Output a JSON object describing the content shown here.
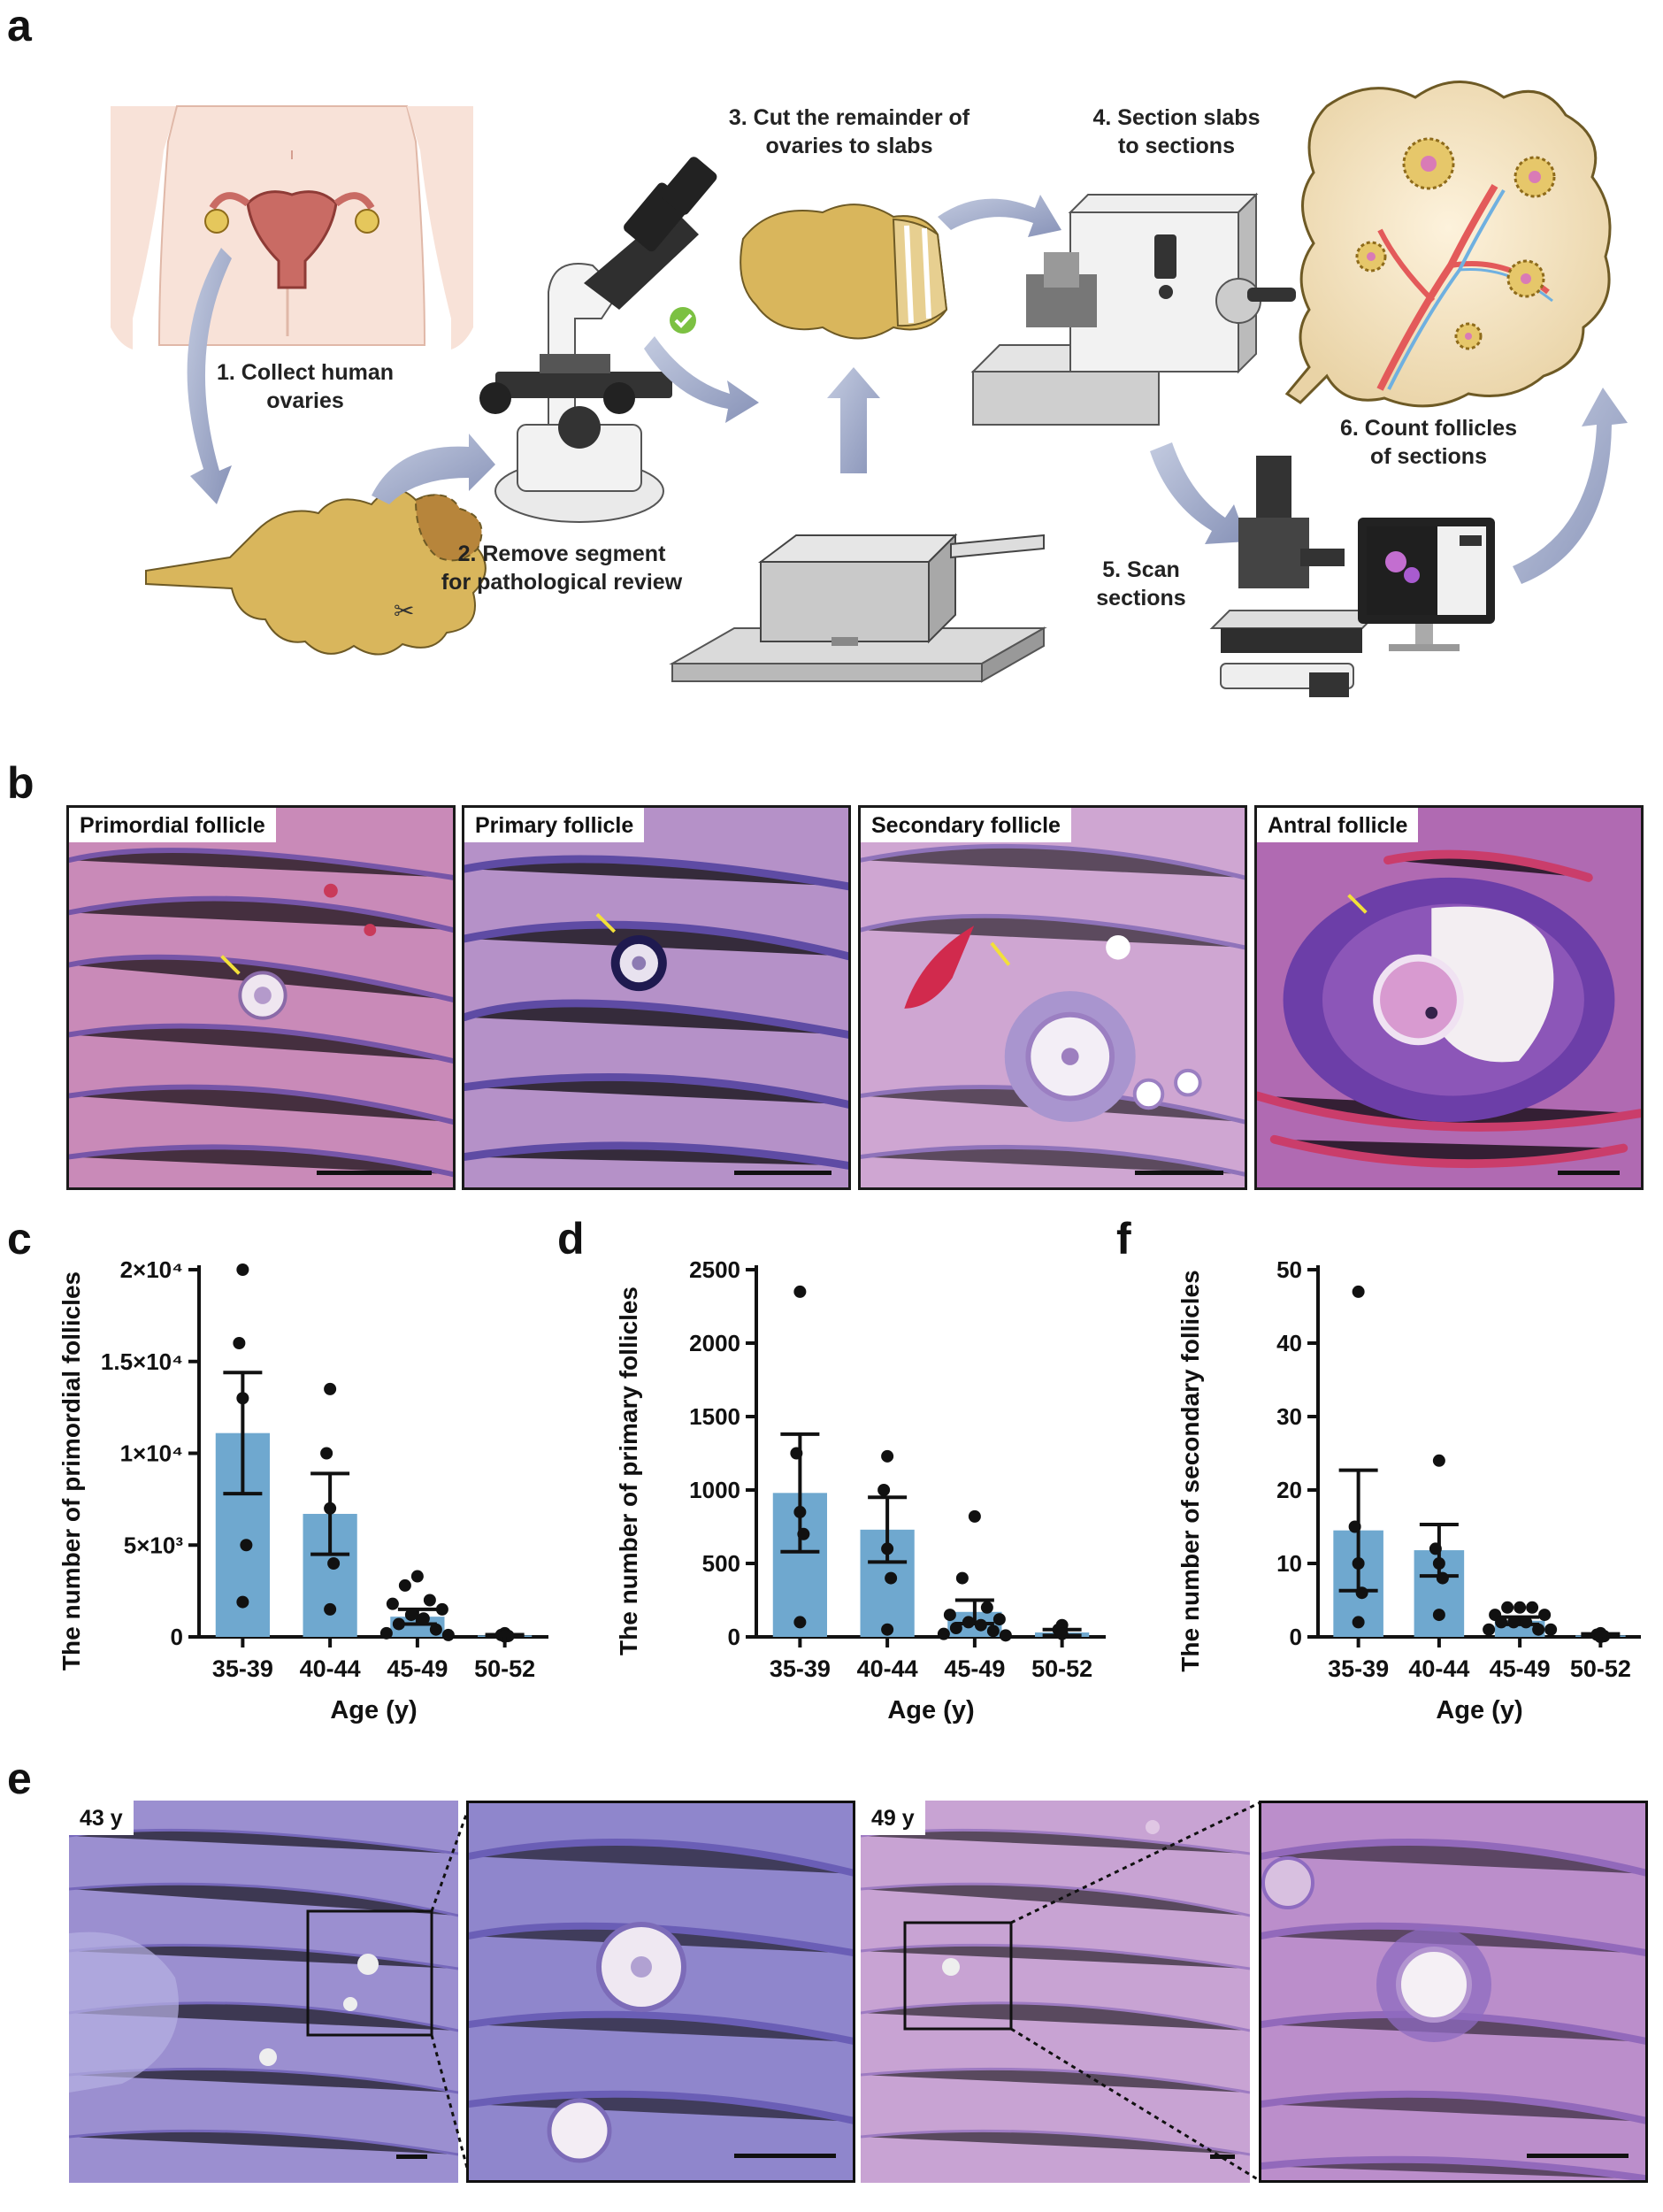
{
  "panel_labels": {
    "a": "a",
    "b": "b",
    "c": "c",
    "d": "d",
    "f": "f",
    "e": "e"
  },
  "workflow": {
    "step1": [
      "1. Collect human",
      "ovaries"
    ],
    "step2": [
      "2. Remove segment",
      "for pathological review"
    ],
    "step3": [
      "3. Cut the remainder of",
      "ovaries to slabs"
    ],
    "step4": [
      "4. Section slabs",
      "to sections"
    ],
    "step5": [
      "5. Scan",
      "sections"
    ],
    "step6": [
      "6. Count follicles",
      "of sections"
    ]
  },
  "histology_b": {
    "labels": [
      "Primordial follicle",
      "Primary follicle",
      "Secondary follicle",
      "Antral follicle"
    ]
  },
  "histology_e": {
    "age_left": "43 y",
    "age_right": "49 y"
  },
  "colors": {
    "bar": "#6fa8cf",
    "ovary": "#d9b65c",
    "arrow": "#9aa6c6",
    "he_pink": "#c98fc3",
    "he_purple": "#6a52a8"
  },
  "chart_data": [
    {
      "panel": "c",
      "type": "bar",
      "categories": [
        "35-39",
        "40-44",
        "45-49",
        "50-52"
      ],
      "values": [
        11100,
        6700,
        1100,
        80
      ],
      "error": [
        3300,
        2200,
        400,
        40
      ],
      "points": [
        [
          20000,
          16000,
          13000,
          5000,
          1900
        ],
        [
          13500,
          10000,
          7000,
          4000,
          1500
        ],
        [
          3300,
          2800,
          2000,
          1800,
          1500,
          1200,
          1000,
          700,
          400,
          200,
          100
        ],
        [
          200,
          100,
          80,
          50,
          20
        ]
      ],
      "xlabel": "Age (y)",
      "ylabel": "The number of primordial follicles",
      "ylim": [
        0,
        20000
      ],
      "yticks": [
        "0",
        "5×10³",
        "1×10⁴",
        "1.5×10⁴",
        "2×10⁴"
      ]
    },
    {
      "panel": "d",
      "type": "bar",
      "categories": [
        "35-39",
        "40-44",
        "45-49",
        "50-52"
      ],
      "values": [
        980,
        730,
        170,
        30
      ],
      "error": [
        400,
        220,
        80,
        20
      ],
      "points": [
        [
          2350,
          1250,
          850,
          700,
          100
        ],
        [
          1230,
          1000,
          600,
          400,
          50
        ],
        [
          820,
          400,
          200,
          150,
          120,
          100,
          80,
          60,
          40,
          20,
          10
        ],
        [
          80,
          50,
          20
        ]
      ],
      "xlabel": "Age (y)",
      "ylabel": "The number of primary follicles",
      "ylim": [
        0,
        2500
      ],
      "yticks": [
        "0",
        "500",
        "1000",
        "1500",
        "2000",
        "2500"
      ]
    },
    {
      "panel": "f",
      "type": "bar",
      "categories": [
        "35-39",
        "40-44",
        "45-49",
        "50-52"
      ],
      "values": [
        14.5,
        11.8,
        2.2,
        0.2
      ],
      "error": [
        8.2,
        3.5,
        0.5,
        0.2
      ],
      "points": [
        [
          47,
          15,
          10,
          6,
          2
        ],
        [
          24,
          12,
          10,
          8,
          3
        ],
        [
          4,
          4,
          4,
          3,
          3,
          2,
          2,
          2,
          1,
          1,
          1
        ],
        [
          0.5,
          0.3,
          0.2,
          0.1,
          0
        ]
      ],
      "xlabel": "Age (y)",
      "ylabel": "The number of secondary follicles",
      "ylim": [
        0,
        50
      ],
      "yticks": [
        "0",
        "10",
        "20",
        "30",
        "40",
        "50"
      ]
    }
  ]
}
